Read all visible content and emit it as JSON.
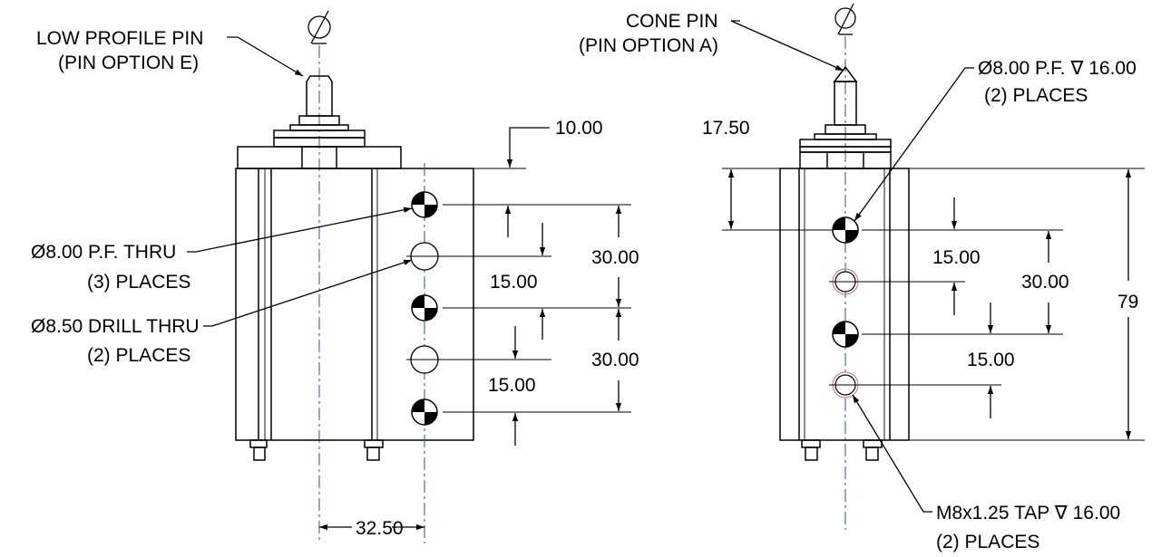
{
  "left_view": {
    "pin_label": "LOW PROFILE PIN",
    "pin_option": "(PIN OPTION E)",
    "dim_top": "10.00",
    "pf_label": "Ø8.00 P.F. THRU",
    "pf_places": "(3) PLACES",
    "drill_label": "Ø8.50 DRILL THRU",
    "drill_places": "(2) PLACES",
    "dim_30_upper": "30.00",
    "dim_15_upper": "15.00",
    "dim_30_lower": "30.00",
    "dim_15_lower": "15.00",
    "dim_bottom": "32.50"
  },
  "right_view": {
    "pin_label": "CONE PIN",
    "pin_option": "(PIN OPTION A)",
    "dim_top": "17.50",
    "pf_label": "Ø8.00 P.F. ∇ 16.00",
    "pf_places": "(2) PLACES",
    "dim_15_upper": "15.00",
    "dim_30": "30.00",
    "dim_15_lower": "15.00",
    "dim_overall": "79",
    "tap_label": "M8x1.25 TAP ∇ 16.00",
    "tap_places": "(2) PLACES"
  }
}
